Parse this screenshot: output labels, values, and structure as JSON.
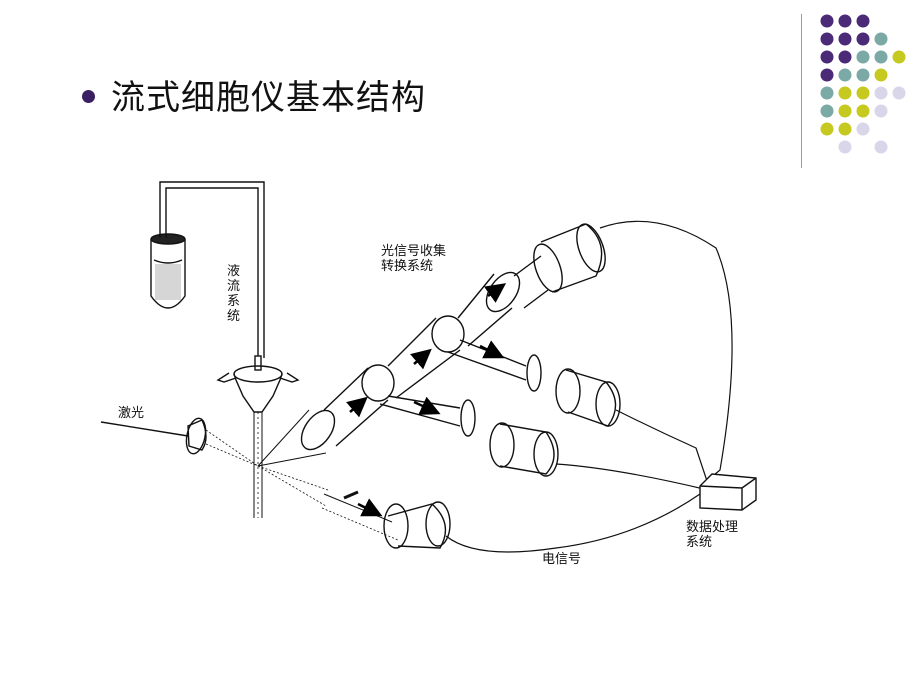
{
  "title": "流式细胞仪基本结构",
  "palette": {
    "purple": "#4b2a78",
    "teal": "#7aa9a6",
    "yellow": "#c6c91f",
    "lavender": "#d9d6ea"
  },
  "decor_dots": [
    [
      "purple",
      "purple",
      "purple",
      ""
    ],
    [
      "purple",
      "purple",
      "purple",
      "teal"
    ],
    [
      "purple",
      "purple",
      "teal",
      "teal",
      "yellow"
    ],
    [
      "purple",
      "teal",
      "teal",
      "yellow"
    ],
    [
      "teal",
      "yellow",
      "yellow",
      "lavender",
      "lavender"
    ],
    [
      "teal",
      "yellow",
      "yellow",
      "lavender"
    ],
    [
      "yellow",
      "yellow",
      "lavender",
      ""
    ],
    [
      "",
      "lavender",
      "",
      "lavender"
    ]
  ],
  "diagram": {
    "liquid_flow_system": "液流系统",
    "laser": "激光",
    "optical_signal": "光信号收集\n转换系统",
    "electrical_signal": "电信号",
    "data_processing": "数据处理\n系统"
  }
}
